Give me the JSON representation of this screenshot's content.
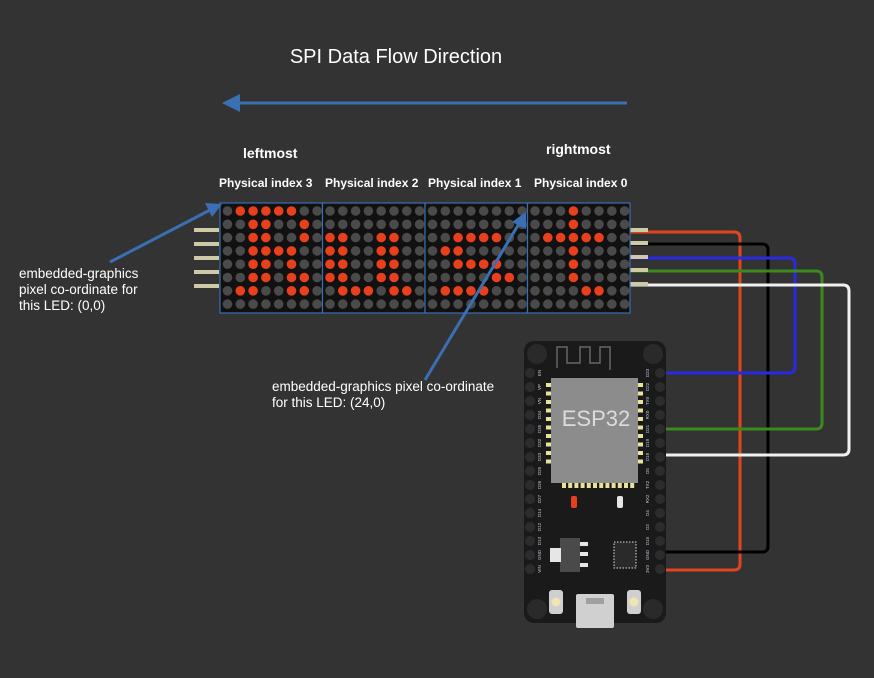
{
  "title": "SPI Data Flow Direction",
  "labels": {
    "leftmost": "leftmost",
    "rightmost": "rightmost",
    "index3": "Physical index 3",
    "index2": "Physical index 2",
    "index1": "Physical index 1",
    "index0": "Physical index 0"
  },
  "annotations": {
    "left_line1": "embedded-graphics",
    "left_line2": "pixel co-ordinate for",
    "left_line3": "this LED: (0,0)",
    "right_line1": "embedded-graphics pixel co-ordinate",
    "right_line2": "for this LED: (24,0)"
  },
  "chip_label": "ESP32",
  "colors": {
    "background": "#333333",
    "led_on": "#e8401c",
    "led_off": "#4a4a4a",
    "arrow": "#3a6fb4",
    "wire_red": "#e0461e",
    "wire_black": "#000000",
    "wire_blue": "#2a2ae0",
    "wire_green": "#3c8a1e",
    "wire_white": "#f0f0f0"
  },
  "matrices": [
    {
      "index": 3,
      "rows": [
        "01111100",
        "00110010",
        "00110010",
        "00111100",
        "00110100",
        "00110110",
        "01100110",
        "00000000"
      ]
    },
    {
      "index": 2,
      "rows": [
        "00000000",
        "00000000",
        "11001100",
        "11001100",
        "11001100",
        "11001100",
        "01110110",
        "00000000"
      ]
    },
    {
      "index": 1,
      "rows": [
        "00000000",
        "00000000",
        "00111100",
        "01100000",
        "00111100",
        "00000110",
        "01111000",
        "00000000"
      ]
    },
    {
      "index": 0,
      "rows": [
        "00010000",
        "00010000",
        "01111100",
        "00010000",
        "00010000",
        "00010000",
        "00001100",
        "00000000"
      ]
    }
  ],
  "esp32": {
    "left_pins": [
      "EN",
      "VP",
      "VN",
      "D34",
      "D35",
      "D32",
      "D33",
      "D25",
      "D26",
      "D27",
      "D14",
      "D12",
      "D13",
      "GND",
      "VIN"
    ],
    "right_pins": [
      "D23",
      "D22",
      "TX0",
      "RX0",
      "D21",
      "D19",
      "D18",
      "D5",
      "TX2",
      "RX2",
      "D4",
      "D2",
      "D15",
      "GND",
      "3V3"
    ]
  }
}
